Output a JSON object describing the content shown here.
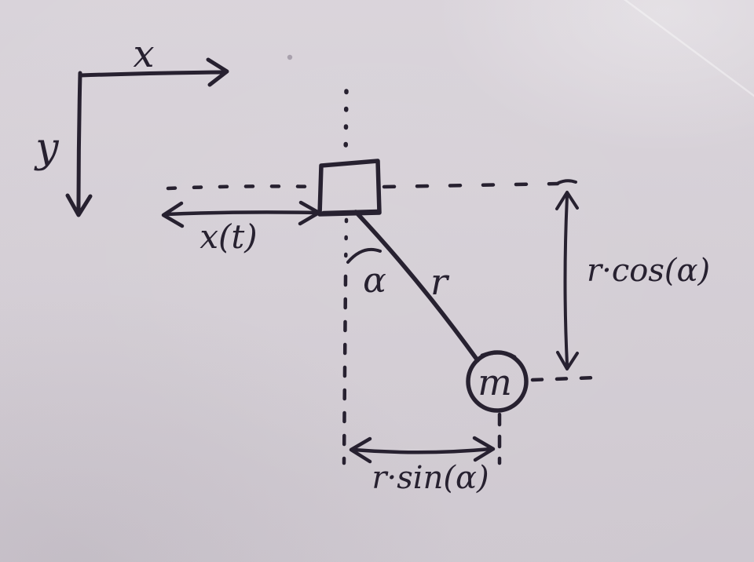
{
  "colors": {
    "ink": "#272130",
    "paper": "#d7d1d8",
    "paper_light": "#e6e2e8"
  },
  "labels": {
    "x_axis": "x",
    "y_axis": "y",
    "displacement": "x(t)",
    "angle": "α",
    "rod_length": "r",
    "mass": "m",
    "vertical_projection": "r·cos(α)",
    "horizontal_projection": "r·sin(α)"
  }
}
